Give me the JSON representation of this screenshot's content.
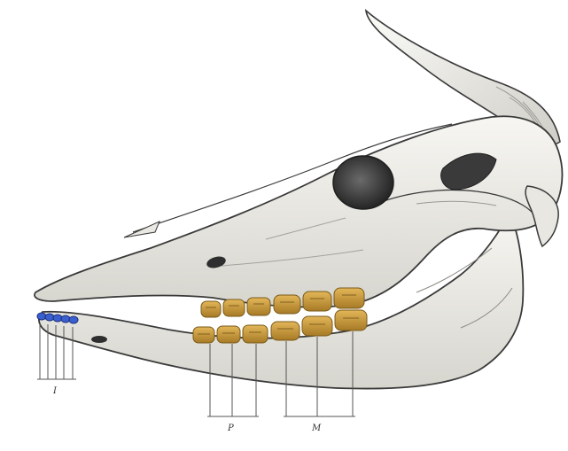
{
  "figure": {
    "background": "#ffffff",
    "colors": {
      "bone": "#f2f1ec",
      "bone_shade": "#c9c8c1",
      "outline": "#3a3a3a",
      "cavity": "#2e2e2e",
      "tooth": "#c99a3a",
      "tooth_dark": "#8c6a22",
      "incisor": "#3a5fcf",
      "leader": "#555555"
    },
    "labels": {
      "incisors": "I",
      "premolars": "P",
      "molars": "M"
    },
    "icons": [
      "skull-illustration",
      "horn",
      "orbit",
      "incisors",
      "premolars",
      "molars"
    ]
  }
}
